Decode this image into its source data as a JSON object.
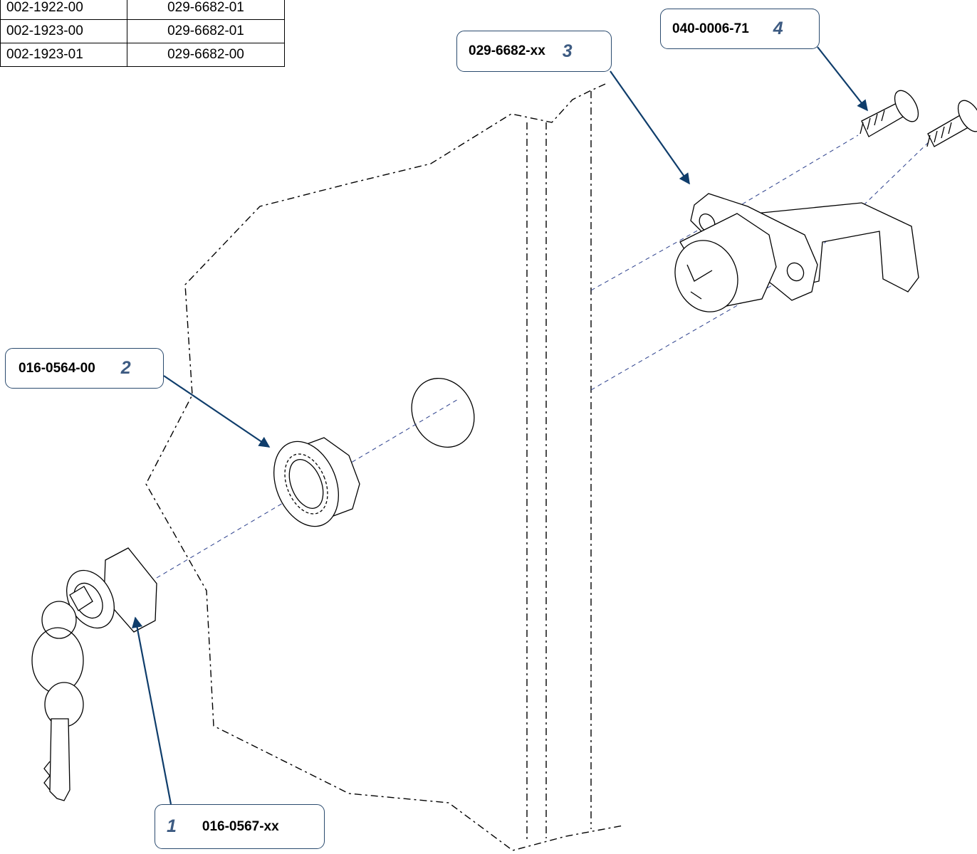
{
  "reference_table": {
    "rows": [
      [
        "002-1922-00",
        "029-6682-01"
      ],
      [
        "002-1923-00",
        "029-6682-01"
      ],
      [
        "002-1923-01",
        "029-6682-00"
      ]
    ]
  },
  "callouts": [
    {
      "number": "1",
      "part": "016-0567-xx"
    },
    {
      "number": "2",
      "part": "016-0564-00"
    },
    {
      "number": "3",
      "part": "029-6682-xx"
    },
    {
      "number": "4",
      "part": "040-0006-71"
    }
  ],
  "colors": {
    "arrow": "#0f3d6b",
    "callout_border": "#2a4a6e",
    "callout_number": "#3d5b82",
    "guide_line": "#2b3f8c",
    "line_art": "#000000"
  }
}
